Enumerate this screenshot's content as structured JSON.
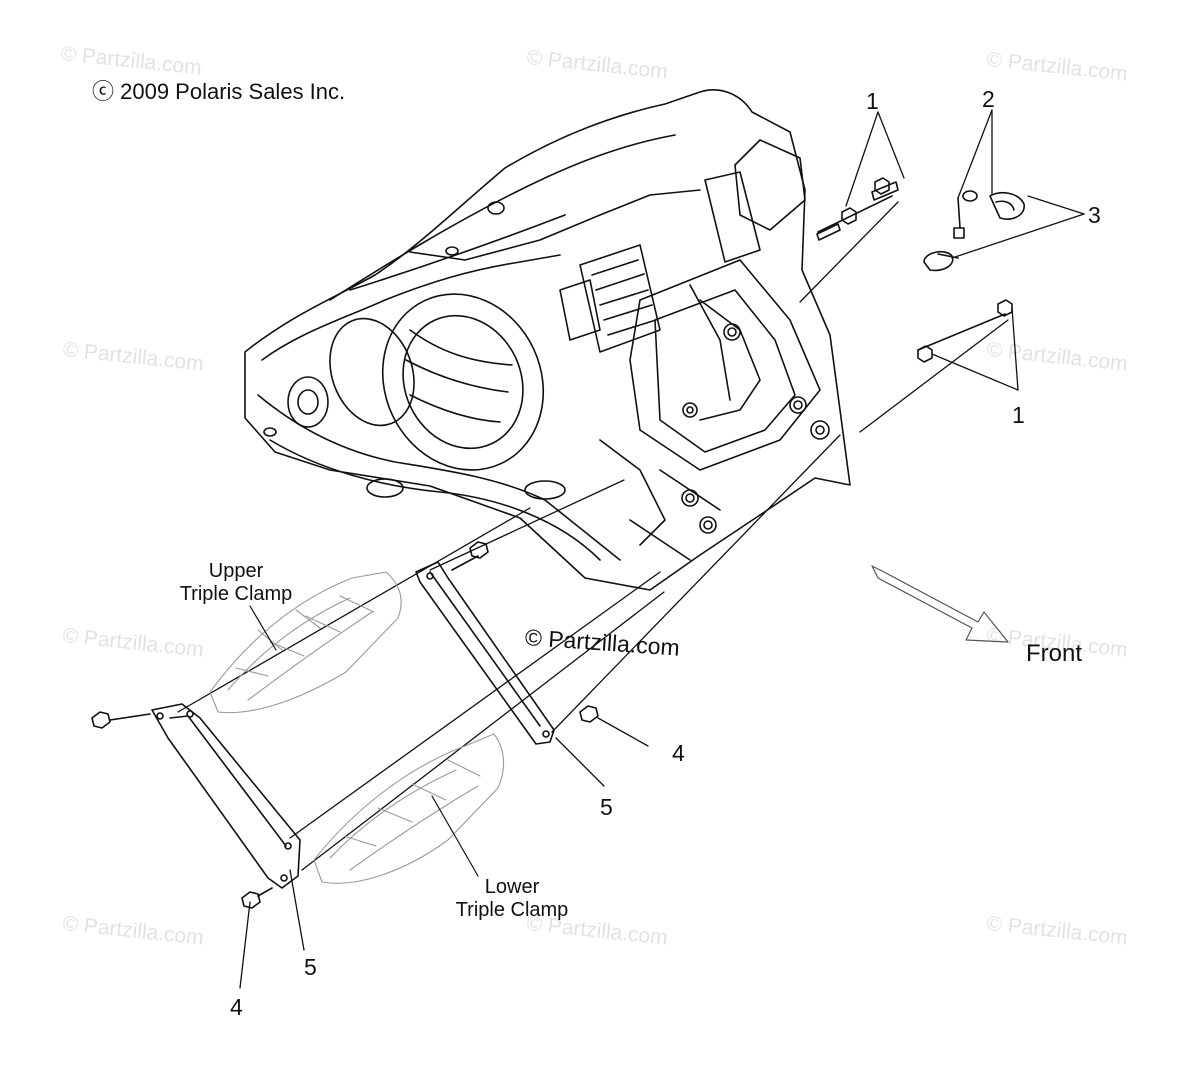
{
  "copyright": "ⓒ 2009 Polaris Sales Inc.",
  "watermark": "© Partzilla.com",
  "center_watermark": "© Partzilla.com",
  "callouts": {
    "c1_top": "1",
    "c2": "2",
    "c3": "3",
    "c1_right": "1",
    "c4_mid": "4",
    "c5_mid": "5",
    "c5_bottom": "5",
    "c4_bottom": "4"
  },
  "labels": {
    "upper_line1": "Upper",
    "upper_line2": "Triple Clamp",
    "lower_line1": "Lower",
    "lower_line2": "Triple Clamp",
    "front": "Front"
  },
  "colors": {
    "line": "#111111",
    "watermark": "#e2e2e2",
    "ghost": "#9a9a9a"
  }
}
